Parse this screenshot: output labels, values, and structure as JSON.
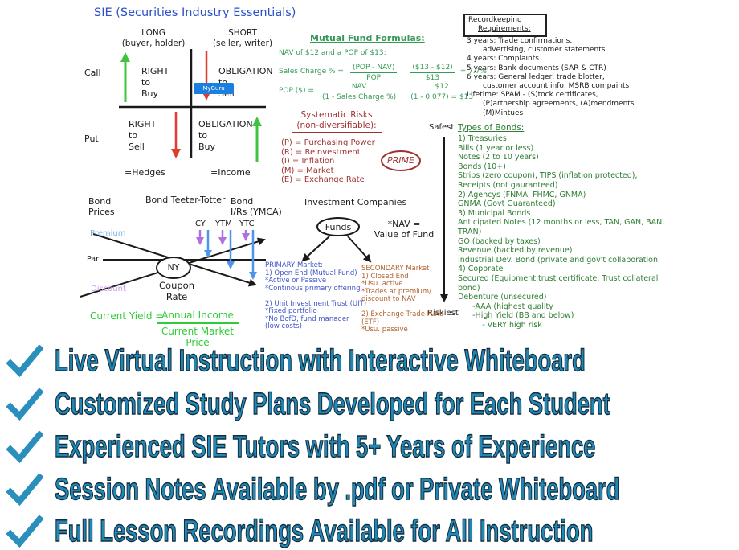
{
  "colors": {
    "title_blue": "#2b50c8",
    "formula_green": "#359a55",
    "bond_green": "#2e7d32",
    "bright_green": "#2fcc37",
    "dark_red": "#a03232",
    "primary_blue": "#4054c7",
    "secondary_brown": "#b2622d",
    "premium_blue": "#7db3e8",
    "discount_plum": "#c49af0",
    "purple_arrow": "#b070e0",
    "blue_arrow": "#4d94eb",
    "green_arrow": "#3ec43e",
    "red_arrow": "#e23b2e",
    "badge_blue": "#1b7fe0",
    "bullet_teal": "#2187b5",
    "bullet_outline": "#122c3e"
  },
  "whiteboard": {
    "title": "SIE (Securities Industry Essentials)",
    "options": {
      "long": "LONG\n(buyer, holder)",
      "short": "SHORT\n(seller, writer)",
      "call": "Call",
      "put": "Put",
      "call_long": "RIGHT\nto\nBuy",
      "call_short": "OBLIGATION\nto\nSell",
      "put_long": "RIGHT\nto\nSell",
      "put_short": "OBLIGATION\nto\nBuy",
      "badge": "MyGuru",
      "hedges": "=Hedges",
      "income": "=Income"
    },
    "mutual_fund": {
      "heading": "Mutual Fund Formulas:",
      "intro": "NAV of $12 and a POP of $13:",
      "row1_label": "Sales Charge % =",
      "row1_frac1_num": "(POP - NAV)",
      "row1_frac1_den": "POP",
      "row1_frac2_num": "($13 - $12)",
      "row1_frac2_den": "$13",
      "row1_result": "= 7.7%",
      "row2_label": "POP ($) =",
      "row2_frac1_num": "NAV",
      "row2_frac1_den": "(1 - Sales Charge %)",
      "row2_frac2_num": "$12",
      "row2_frac2_den": "(1 - 0.077) = $13"
    },
    "systematic": {
      "heading": "Systematic Risks\n(non-diversifiable):",
      "items": [
        "(P) = Purchasing Power",
        "(R) = Reinvestment",
        "(I) = Inflation",
        "(M) = Market",
        "(E) = Exchange Rate"
      ],
      "prime": "PRIME"
    },
    "recordkeeping": {
      "heading_line1": "Recordkeeping",
      "heading_line2": "Requirements:",
      "items": [
        "3 years: Trade confirmations,",
        "       advertising, customer statements",
        "4 years: Complaints",
        "5 years: Bank documents (SAR & CTR)",
        "6 years: General ledger, trade blotter,",
        "       customer account info, MSRB compaints",
        "Lifetime: SPAM - (S)tock certificates,",
        "       (P)artnership agreements, (A)mendments",
        "       (M)Mintues"
      ]
    },
    "bonds": {
      "safest": "Safest",
      "riskiest": "Riskiest",
      "heading": "Types of Bonds:",
      "items": [
        "1) Treasuries",
        "Bills (1 year or less)",
        "Notes (2 to 10 years)",
        "Bonds (10+)",
        "Strips (zero coupon), TIPS (inflation protected),",
        "Receipts (not gauranteed)",
        "2) Agencys (FNMA, FHMC, GNMA)",
        "GNMA (Govt Guaranteed)",
        "3) Municipal Bonds",
        "Anticipated Notes (12 months or less, TAN, GAN, BAN,",
        "TRAN)",
        "GO (backed by taxes)",
        "Revenue (backed by revenue)",
        "Industrial Dev. Bond (private and gov't collaboration",
        "4) Coporate",
        "Secured (Equipment trust certificate, Trust collateral",
        "bond)",
        "Debenture (unsecured)",
        "      -AAA (highest quality",
        "      -High Yield (BB and below)",
        "          - VERY high risk"
      ]
    },
    "teeter": {
      "bond_prices": "Bond\nPrices",
      "title": "Bond Teeter-Totter",
      "bond_irs": "Bond\nI/Rs (YMCA)",
      "premium": "Premium",
      "par": "Par",
      "discount": "Discount",
      "ny": "NY",
      "cy": "CY",
      "ytm": "YTM",
      "ytc": "YTC",
      "coupon": "Coupon\nRate",
      "cy_label": "Current Yield =",
      "cy_num": "Annual Income",
      "cy_den": "Current Market Price"
    },
    "investment": {
      "title": "Investment Companies",
      "funds": "Funds",
      "nav_note": "*NAV =\nValue of Fund",
      "primary": [
        "PRIMARY Market:",
        "1) Open End (Mutual Fund)",
        "*Active or Passive",
        "*Continous primary offering",
        "",
        "2) Unit Investment Trust (UIT)",
        "*Fixed portfolio",
        "*No BofD, fund manager",
        "(low costs)"
      ],
      "secondary": [
        "SECONDARY Market",
        "1) Closed End",
        "*Usu. active",
        "*Trades at premium/",
        "discount to NAV",
        "",
        "2) Exchange Trade Fund",
        "(ETF)",
        "*Usu. passive"
      ]
    }
  },
  "bullets": {
    "items": [
      "Live Virtual Instruction with Interactive Whiteboard",
      "Customized Study Plans Developed for Each Student",
      "Experienced SIE Tutors with 5+ Years of Experience",
      "Session Notes Available by .pdf or Private Whiteboard",
      "Full Lesson Recordings Available for All Instruction"
    ]
  }
}
